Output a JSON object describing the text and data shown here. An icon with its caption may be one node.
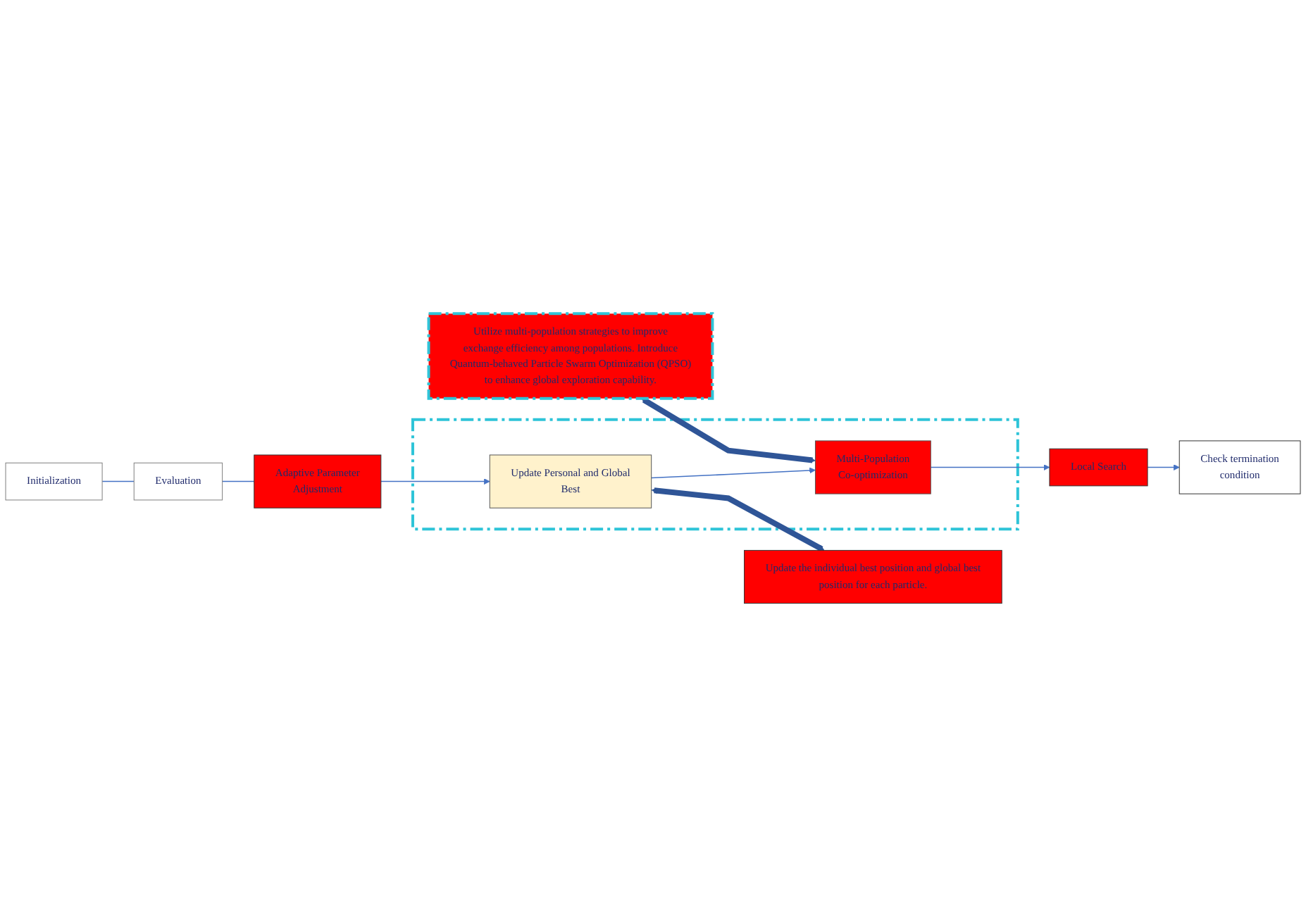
{
  "diagram": {
    "nodes": [
      {
        "text": [
          "Initialization"
        ]
      },
      {
        "text": [
          "Utilize multi-population strategies to improve exchange efficiency among populations. Introduce Quantum-behaved Particle Swarm Optimization (QPSO) to enhance global exploration capability."
        ]
      },
      {
        "text": [
          "Evaluation"
        ]
      },
      {
        "text": [
          "Adaptive Parameter Adjustment"
        ]
      },
      {
        "text": [],
        "shape": "box"
      },
      {
        "text": [
          "Update Personal and Global Best"
        ],
        "in": 4
      },
      {
        "text": [
          "Multi-Population Co-optimization"
        ],
        "in": 4
      },
      {
        "text": [
          "Local Search"
        ]
      },
      {
        "text": [
          "Update the individual best position and global best position for each particle."
        ]
      },
      {
        "text": [
          "Check termination condition"
        ]
      }
    ],
    "edges": [
      {
        "from": 0,
        "to": 2,
        "arrow": "none"
      },
      {
        "from": 2,
        "to": 3,
        "arrow": "none"
      },
      {
        "from": 3,
        "to": 5,
        "arrow": "to"
      },
      {
        "from": 5,
        "to": 6,
        "arrow": "to"
      },
      {
        "from": 6,
        "to": 7,
        "arrow": "to"
      },
      {
        "from": 1,
        "to": 6,
        "arrow": "both",
        "style": "thick",
        "color": "#2f5597"
      },
      {
        "from": 5,
        "to": 8,
        "arrow": "both",
        "style": "thick",
        "color": "#2f5597"
      },
      {
        "from": 7,
        "to": 9,
        "arrow": "to"
      }
    ]
  }
}
